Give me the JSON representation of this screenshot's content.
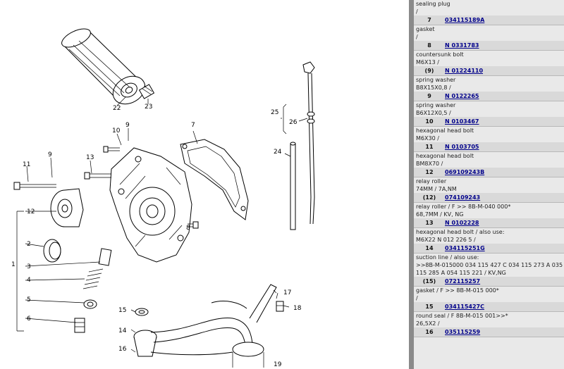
{
  "callouts": [
    "22",
    "23",
    "7",
    "10",
    "9",
    "9",
    "13",
    "11",
    "12",
    "2",
    "3",
    "4",
    "5",
    "6",
    "1",
    "8",
    "25",
    "26",
    "24",
    "15",
    "14",
    "16",
    "17",
    "18",
    "19"
  ],
  "parts": [
    {
      "desc_lines": [
        "sealing plug",
        "/"
      ],
      "pos": "7",
      "num": "034115189A"
    },
    {
      "desc_lines": [
        "gasket",
        "/"
      ],
      "pos": "8",
      "num": "N 0331783"
    },
    {
      "desc_lines": [
        "countersunk bolt",
        "M6X13 /"
      ],
      "pos": "(9)",
      "num": "N 01224110"
    },
    {
      "desc_lines": [
        "spring washer",
        "B8X15X0,8 /"
      ],
      "pos": "9",
      "num": "N 0122265"
    },
    {
      "desc_lines": [
        "spring washer",
        "B6X12X0,5 /"
      ],
      "pos": "10",
      "num": "N 0103467"
    },
    {
      "desc_lines": [
        "hexagonal head bolt",
        "M6X30 /"
      ],
      "pos": "11",
      "num": "N 0103705"
    },
    {
      "desc_lines": [
        "hexagonal head bolt",
        "BM8X70 /"
      ],
      "pos": "12",
      "num": "069109243B"
    },
    {
      "desc_lines": [
        "relay roller",
        "74MM / 7A,NM"
      ],
      "pos": "(12)",
      "num": "074109243"
    },
    {
      "desc_lines": [
        "relay roller / F >> 8B-M-040 000*",
        "68,7MM / KV, NG"
      ],
      "pos": "13",
      "num": "N 0102228"
    },
    {
      "desc_lines": [
        "hexagonal head bolt / also use:",
        "M6X22 N 012 226 5 /"
      ],
      "pos": "14",
      "num": "034115251G"
    },
    {
      "desc_lines": [
        "suction line / also use:",
        ">>8B-M-015000 034 115 427 C 034 115 273 A 035",
        "115 285 A 054 115 221 / KV,NG"
      ],
      "pos": "(15)",
      "num": "072115257"
    },
    {
      "desc_lines": [
        "gasket / F >> 8B-M-015 000*",
        "/"
      ],
      "pos": "15",
      "num": "034115427C"
    },
    {
      "desc_lines": [
        "round seal / F 8B-M-015 001>>*",
        "26,5X2 /"
      ],
      "pos": "16",
      "num": "035115259"
    }
  ]
}
